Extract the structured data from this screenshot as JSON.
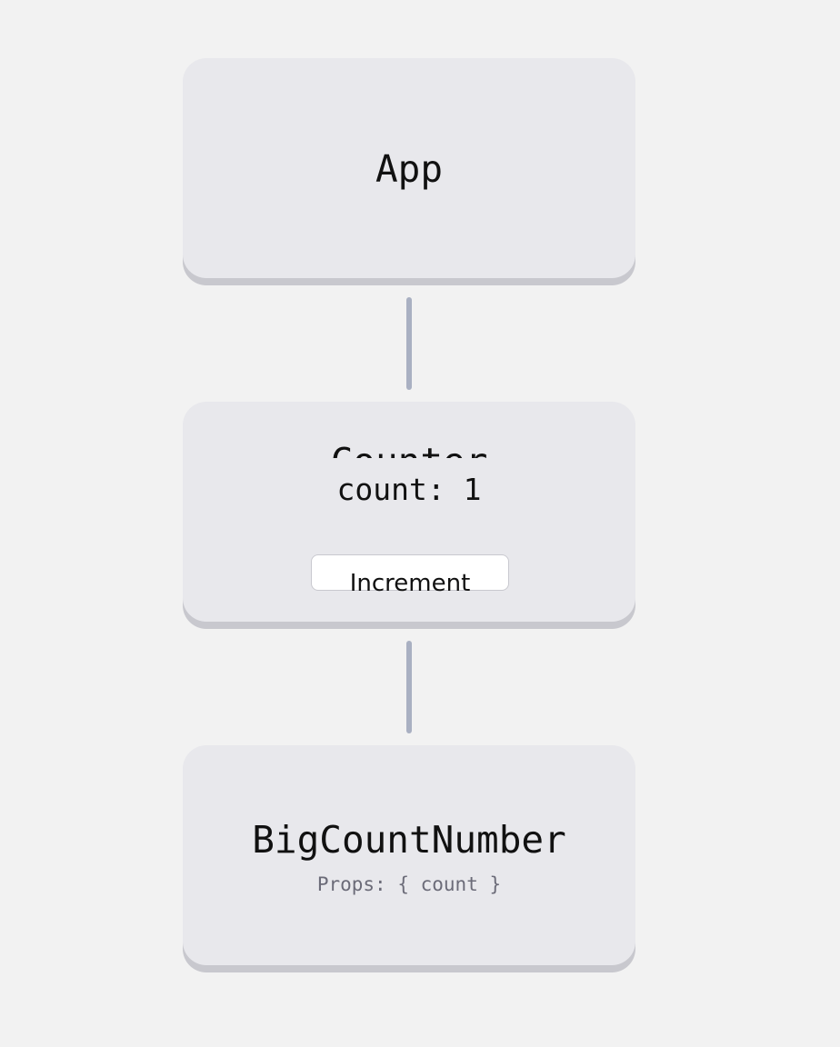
{
  "nodes": {
    "app": {
      "title": "App"
    },
    "counter": {
      "title": "Counter",
      "state_text": "count: 1",
      "button_label": "Increment"
    },
    "big_count_number": {
      "title": "BigCountNumber",
      "props_text": "Props: { count }"
    }
  },
  "colors": {
    "background": "#f2f2f2",
    "node_fill": "#e8e8ec",
    "node_shadow": "#c8c8ce",
    "connector": "#a9b0c2",
    "props_text": "#6b6b78"
  }
}
